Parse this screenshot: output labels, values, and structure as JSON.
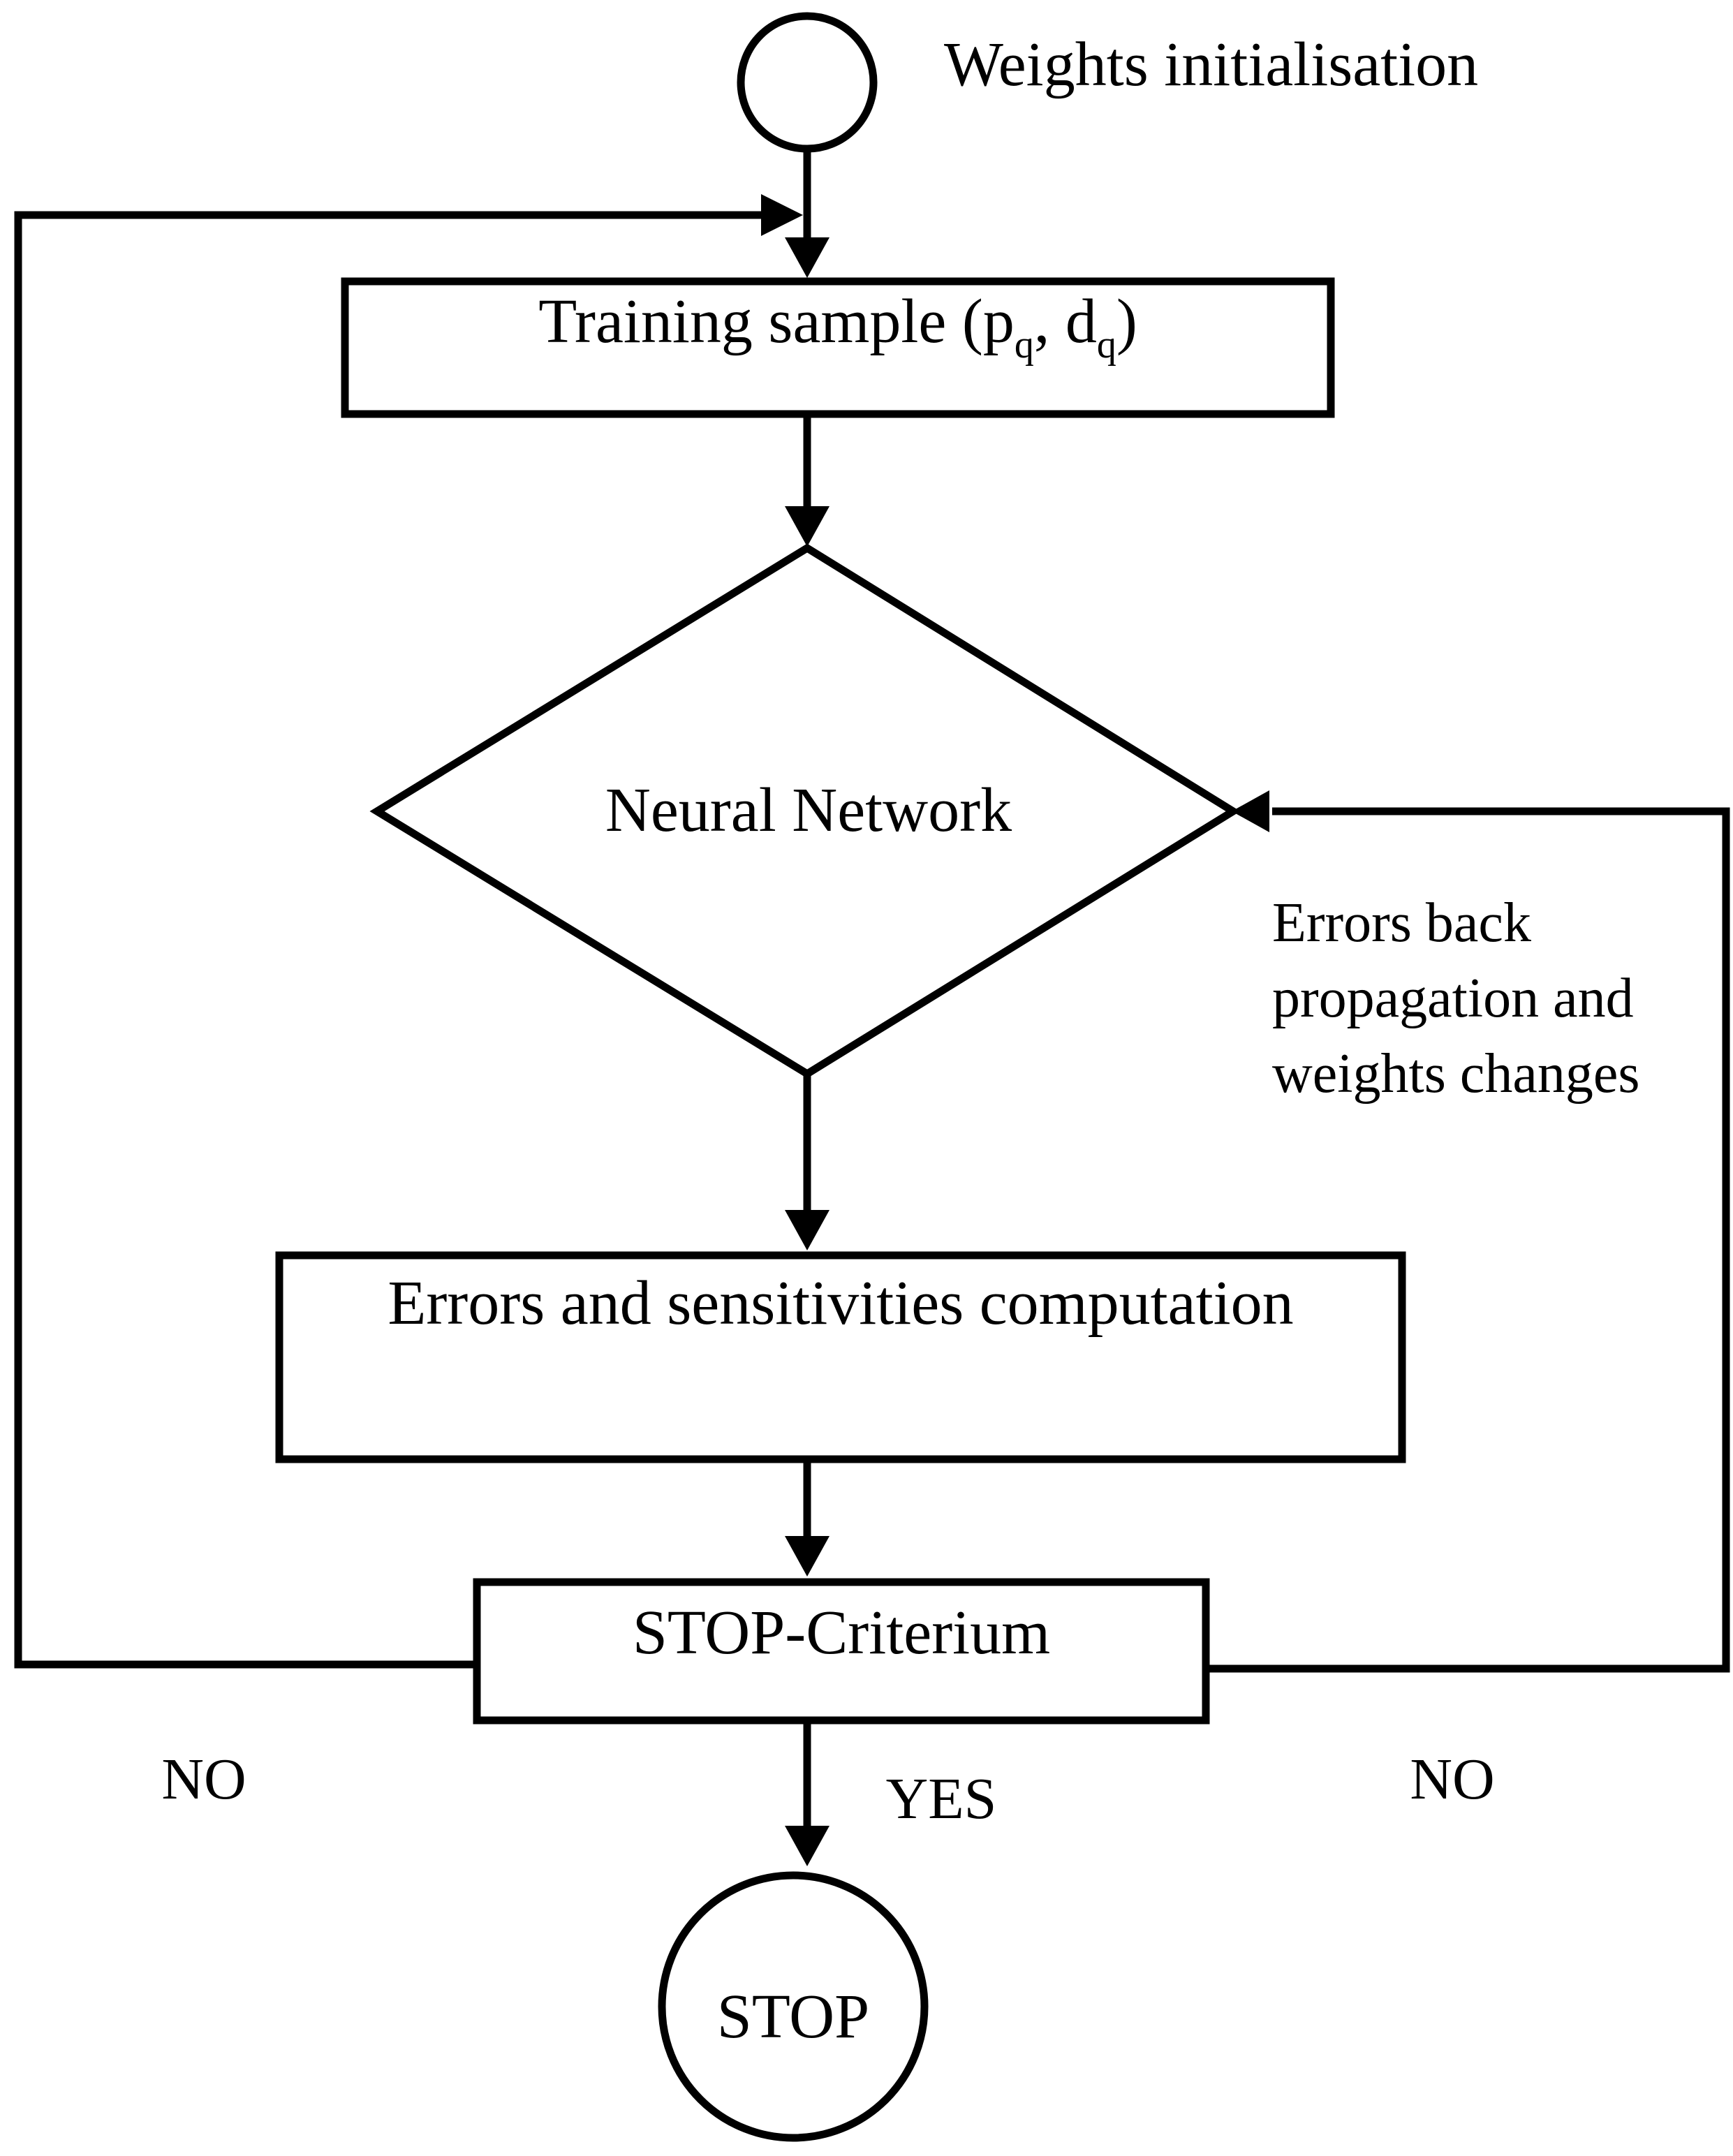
{
  "nodes": {
    "start": {
      "label": "Weights initialisation"
    },
    "training_sample": {
      "label": "Training sample (p",
      "sub1": "q",
      "sep": ", d",
      "sub2": "q",
      "close": ")"
    },
    "neural_network": {
      "label": "Neural Network"
    },
    "errors_computation": {
      "label": "Errors and sensitivities computation"
    },
    "stop_criterium": {
      "label": "STOP-Criterium"
    },
    "stop": {
      "label": "STOP"
    }
  },
  "edges": {
    "backprop": {
      "line1": "Errors back",
      "line2": "propagation and",
      "line3": "weights changes"
    },
    "no_left": {
      "label": "NO"
    },
    "no_right": {
      "label": "NO"
    },
    "yes": {
      "label": "YES"
    }
  },
  "colors": {
    "stroke": "#000000",
    "background": "#ffffff"
  }
}
